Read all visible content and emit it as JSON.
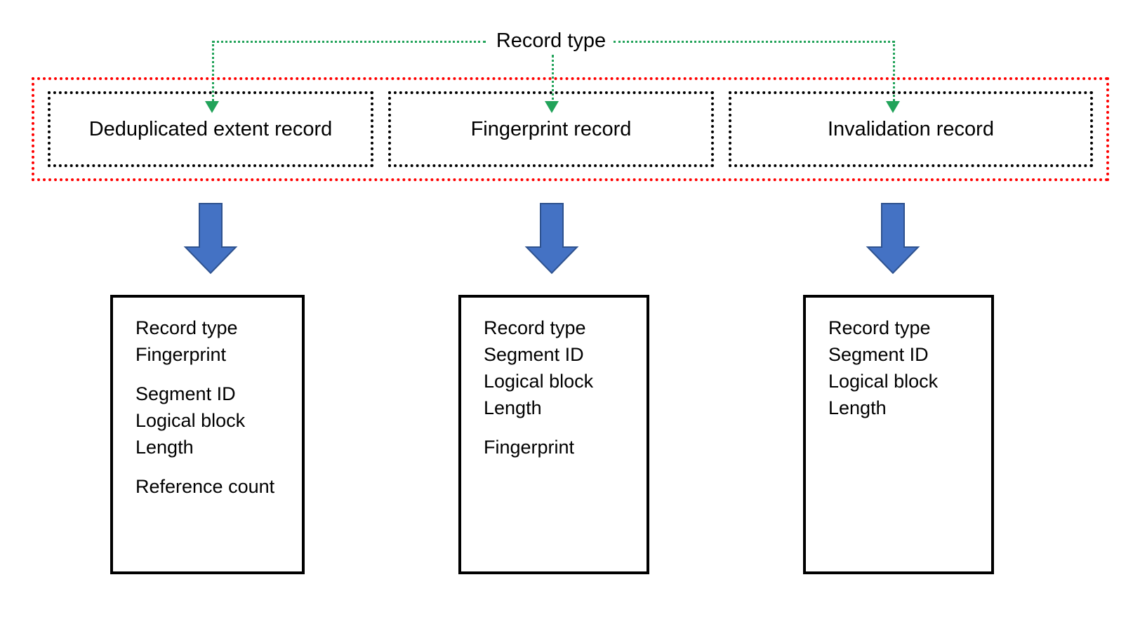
{
  "diagram": {
    "top_label": "Record type",
    "colors": {
      "connector_green": "#22A35A",
      "group_outline_red": "#FF0000",
      "record_box_black": "#000000",
      "arrow_blue": "#4472C4",
      "arrow_blue_border": "#2E528F"
    },
    "record_types": [
      {
        "label": "Deduplicated extent record"
      },
      {
        "label": "Fingerprint record"
      },
      {
        "label": "Invalidation record"
      }
    ],
    "record_layouts": [
      {
        "for": "Deduplicated extent record",
        "fields": [
          "Record type",
          "Fingerprint",
          "",
          "Segment ID",
          "Logical block",
          "Length",
          "",
          "Reference count"
        ]
      },
      {
        "for": "Fingerprint record",
        "fields": [
          "Record type",
          "Segment ID",
          "Logical block",
          "Length",
          "",
          "Fingerprint"
        ]
      },
      {
        "for": "Invalidation record",
        "fields": [
          "Record type",
          "Segment ID",
          "Logical block",
          "Length"
        ]
      }
    ]
  }
}
